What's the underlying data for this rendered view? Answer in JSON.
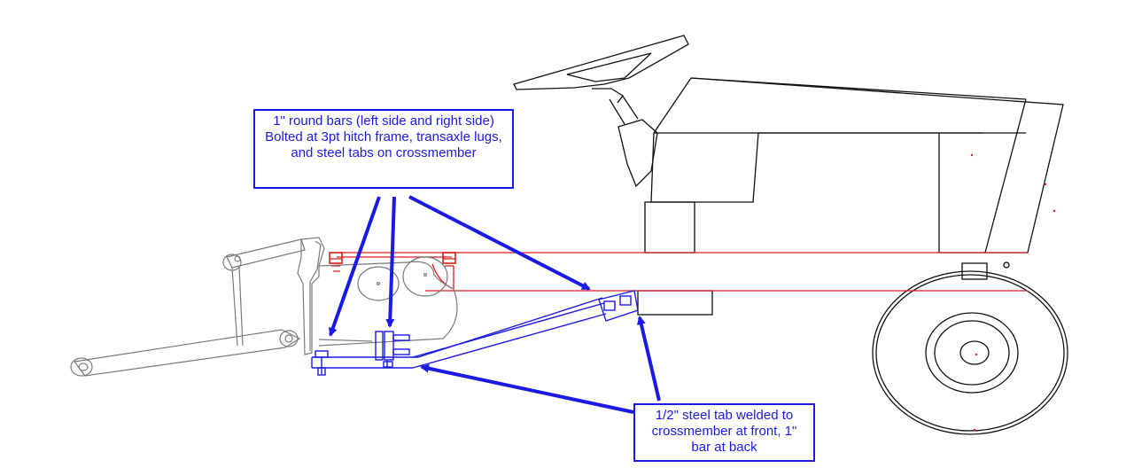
{
  "diagram": {
    "callouts": [
      {
        "id": "round-bars",
        "text": "1\" round bars (left side and right side) Bolted at 3pt hitch frame, transaxle lugs, and steel tabs on crossmember"
      },
      {
        "id": "steel-tab",
        "text": "1/2\" steel tab welded to crossmember at front, 1\" bar at back"
      }
    ],
    "colors": {
      "tractor_outline": "#111111",
      "hitch_outline": "#7a7a7a",
      "frame_rails": "#e01b1b",
      "annotation": "#1a1ae6"
    }
  }
}
